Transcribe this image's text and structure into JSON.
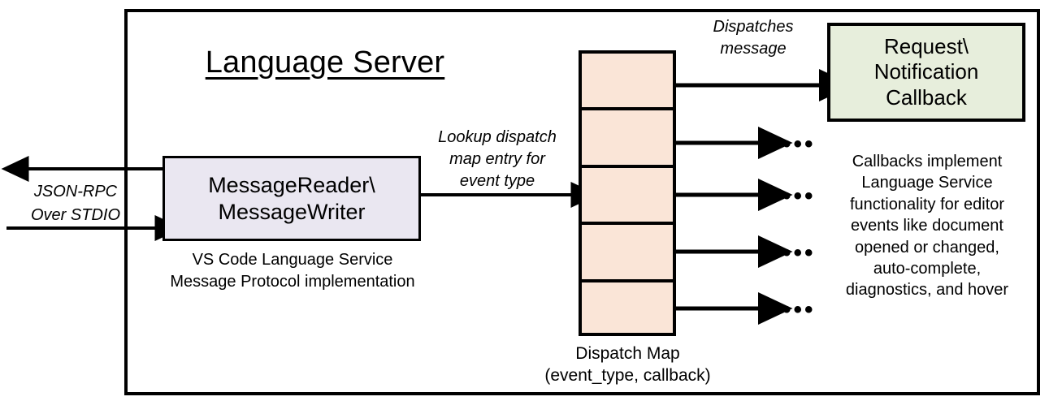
{
  "diagram": {
    "title": "Language Server",
    "boundary_name": "Language Server boundary",
    "colors": {
      "message_io_fill": "#EAE7F1",
      "dispatch_map_fill": "#FAE5D7",
      "callback_fill": "#E7EEDC",
      "stroke": "#000000",
      "background": "#FFFFFF"
    }
  },
  "external_io": {
    "label": "JSON-RPC\nOver STDIO",
    "outbound_arrow_name": "outbound-jsonrpc-arrow",
    "inbound_arrow_name": "inbound-jsonrpc-arrow"
  },
  "message_io": {
    "label": "MessageReader\\\nMessageWriter",
    "caption": "VS Code Language Service\nMessage Protocol implementation"
  },
  "lookup": {
    "label": "Lookup dispatch\nmap entry for\nevent type"
  },
  "dispatch_map": {
    "caption": "Dispatch Map\n(event_type, callback)",
    "rows": [
      {
        "index": 0,
        "has_entry_dot": true,
        "outgoing": "callback"
      },
      {
        "index": 1,
        "has_entry_dot": true,
        "outgoing": "ellipsis"
      },
      {
        "index": 2,
        "has_entry_dot": true,
        "outgoing": "ellipsis"
      },
      {
        "index": 3,
        "has_entry_dot": true,
        "outgoing": "ellipsis"
      },
      {
        "index": 4,
        "has_entry_dot": true,
        "outgoing": "ellipsis"
      }
    ]
  },
  "dispatch_message": {
    "label": "Dispatches\nmessage"
  },
  "callback": {
    "label": "Request\\\nNotification\nCallback",
    "caption": "Callbacks implement\nLanguage Service\nfunctionality for editor\nevents like document\nopened or changed,\nauto-complete,\ndiagnostics, and hover"
  },
  "ellipses": {
    "glyph": "•••"
  }
}
